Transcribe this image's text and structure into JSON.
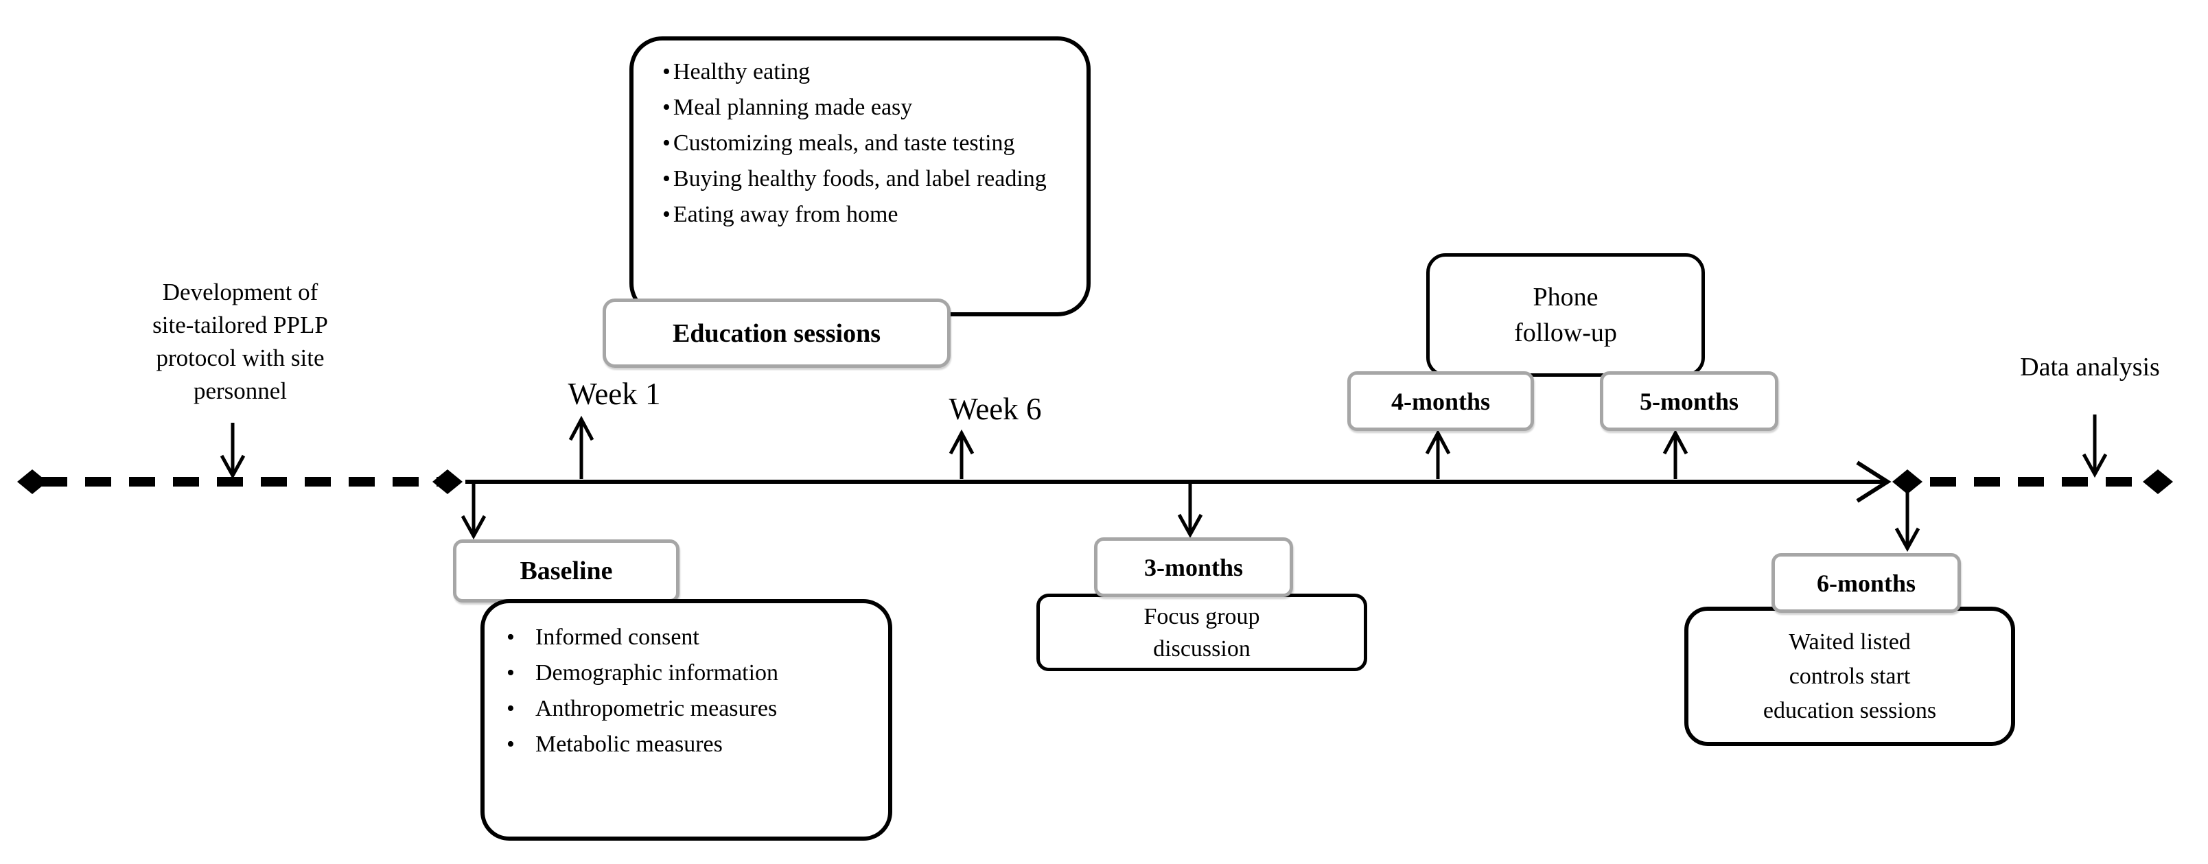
{
  "diagram": {
    "background": "#ffffff",
    "line_color": "#000000",
    "gray_border_color": "#a6a6a6",
    "pre_phase": {
      "lines": [
        "Development of",
        "site-tailored PPLP",
        "protocol with site",
        "personnel"
      ]
    },
    "education": {
      "title": "Education sessions",
      "topics": [
        "Healthy eating",
        "Meal planning made easy",
        "Customizing meals, and taste testing",
        "Buying healthy foods, and label reading",
        "Eating away from home"
      ]
    },
    "weeks": {
      "week1": "Week 1",
      "week6": "Week 6"
    },
    "baseline": {
      "title": "Baseline",
      "items": [
        "Informed consent",
        "Demographic information",
        "Anthropometric measures",
        "Metabolic measures"
      ]
    },
    "three_months": {
      "title": "3-months",
      "lines": [
        "Focus group",
        "discussion"
      ]
    },
    "phone_followup": {
      "lines": [
        "Phone",
        "follow-up"
      ],
      "four_months": "4-months",
      "five_months": "5-months"
    },
    "six_months": {
      "title": "6-months",
      "lines": [
        "Waited listed",
        "controls start",
        "education sessions"
      ]
    },
    "post_phase": {
      "label": "Data analysis"
    }
  }
}
